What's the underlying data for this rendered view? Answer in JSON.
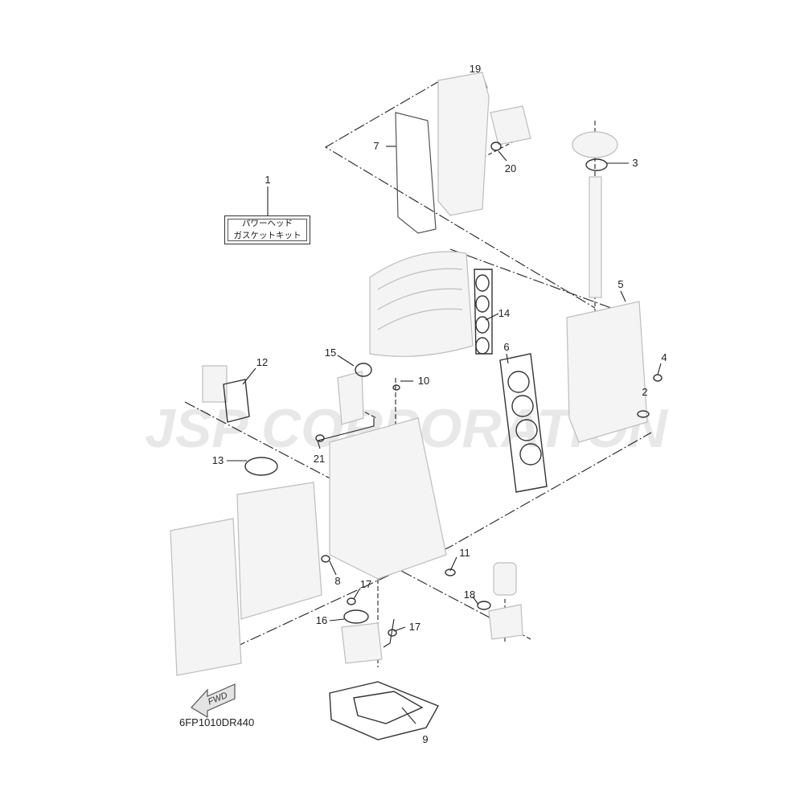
{
  "kit_label": {
    "line1": "パワーヘッド",
    "line2": "ガスケットキット"
  },
  "watermark": "JSP CORPORATION",
  "diagram_code": "6FP1010DR440",
  "fwd_label": "FWD",
  "callouts": [
    "1",
    "2",
    "3",
    "4",
    "5",
    "6",
    "7",
    "8",
    "9",
    "10",
    "11",
    "12",
    "13",
    "14",
    "15",
    "16",
    "17",
    "17",
    "18",
    "19",
    "20",
    "21"
  ],
  "colors": {
    "line": "#222222",
    "part": "#c8c8c8",
    "watermark": "#e6e6e6"
  }
}
